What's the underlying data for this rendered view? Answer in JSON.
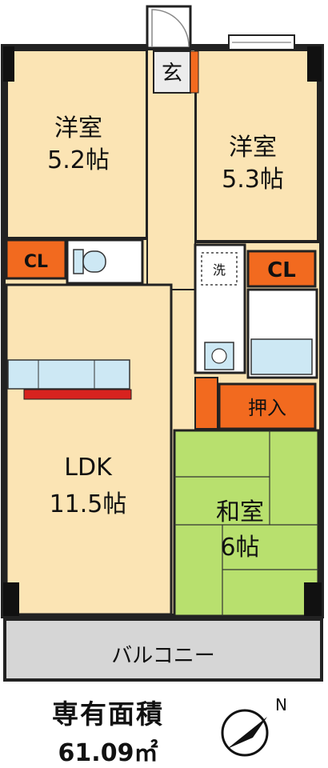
{
  "rooms": {
    "western_room_1": {
      "name": "洋室",
      "size": "5.2帖"
    },
    "western_room_2": {
      "name": "洋室",
      "size": "5.3帖"
    },
    "ldk": {
      "name": "LDK",
      "size": "11.5帖"
    },
    "japanese_room": {
      "name": "和室",
      "size": "6帖"
    },
    "entrance": "玄",
    "closet_left": "CL",
    "closet_right": "CL",
    "oshiire": "押入",
    "washer": "洗",
    "balcony": "バルコニー"
  },
  "footer": {
    "area_title": "専有面積",
    "area_value": "61.09㎡",
    "compass_label": "N"
  },
  "colors": {
    "room_fill": "#fbe4b4",
    "tatami_fill": "#b8e06e",
    "closet_accent": "#f26a1f",
    "kitchen_counter": "#cfe9f5",
    "kitchen_red": "#d8231f",
    "bath_fill": "#cde8f4",
    "balcony_fill": "#d6d6d6",
    "wall": "#222222"
  }
}
